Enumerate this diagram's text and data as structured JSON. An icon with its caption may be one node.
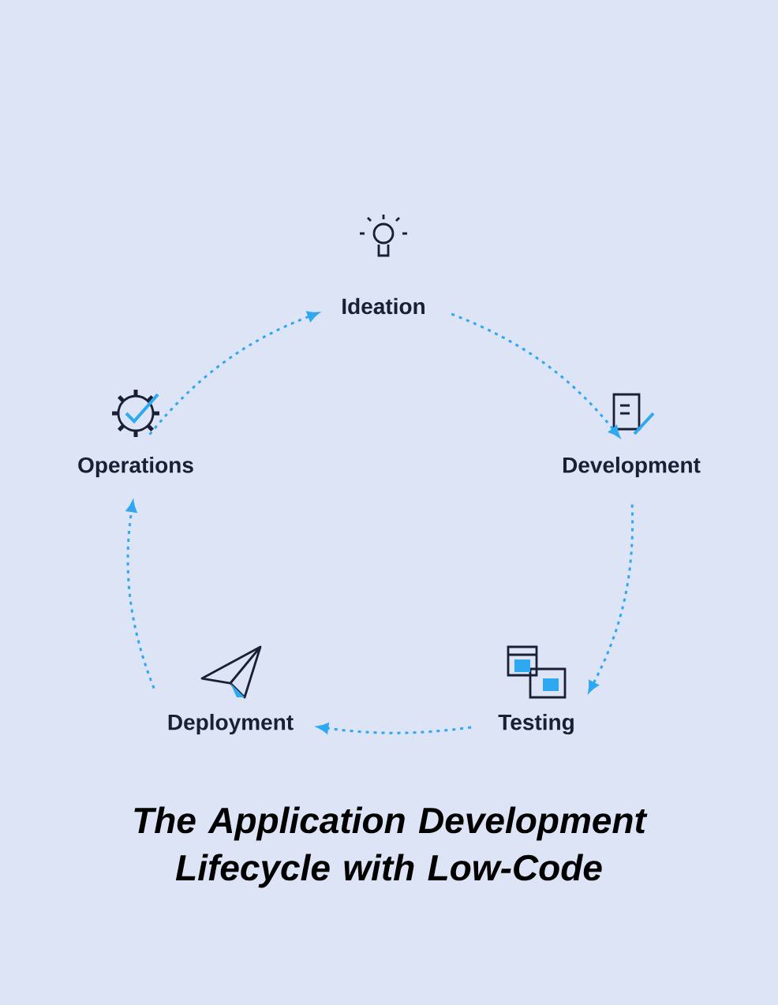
{
  "diagram": {
    "title": "The Application Development Lifecycle with Low-Code",
    "nodes": [
      {
        "text": [
          "Ideation"
        ]
      },
      {
        "text": [
          "Development"
        ]
      },
      {
        "text": [
          "Testing"
        ]
      },
      {
        "text": [
          "Deployment"
        ]
      },
      {
        "text": [
          "Operations"
        ]
      }
    ],
    "edges": [
      {
        "from": 0,
        "to": 1,
        "arrow": "to"
      },
      {
        "from": 1,
        "to": 2,
        "arrow": "to"
      },
      {
        "from": 2,
        "to": 3,
        "arrow": "to"
      },
      {
        "from": 3,
        "to": 4,
        "arrow": "to"
      },
      {
        "from": 4,
        "to": 0,
        "arrow": "to"
      }
    ]
  }
}
